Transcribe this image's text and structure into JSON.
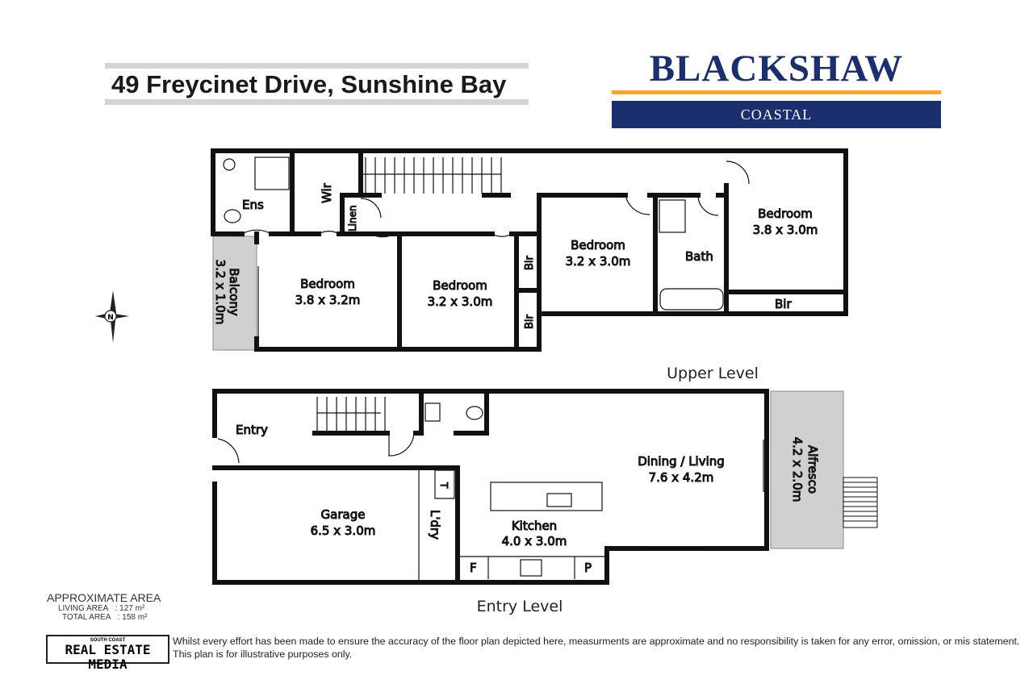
{
  "header": {
    "address": "49 Freycinet Drive, Sunshine Bay"
  },
  "logo": {
    "brand": "BLACKSHAW",
    "sub": "COASTAL",
    "navy": "#1b2e6e",
    "gold": "#f0a92c"
  },
  "upper_level": {
    "label": "Upper Level",
    "rooms": {
      "ens": "Ens",
      "wir": "Wir",
      "linen": "Linen",
      "balcony_name": "Balcony",
      "balcony_size": "3.2 x 1.0m",
      "bed1_name": "Bedroom",
      "bed1_size": "3.8 x 3.2m",
      "bed2_name": "Bedroom",
      "bed2_size": "3.2 x 3.0m",
      "bed3_name": "Bedroom",
      "bed3_size": "3.2 x 3.0m",
      "bed4_name": "Bedroom",
      "bed4_size": "3.8 x 3.0m",
      "bath": "Bath",
      "bir": "Bir"
    }
  },
  "entry_level": {
    "label": "Entry Level",
    "rooms": {
      "entry": "Entry",
      "garage_name": "Garage",
      "garage_size": "6.5 x 3.0m",
      "laundry": "L'dry",
      "tub": "T",
      "kitchen_name": "Kitchen",
      "kitchen_size": "4.0 x 3.0m",
      "living_name": "Dining / Living",
      "living_size": "7.6 x 4.2m",
      "alfresco_name": "Alfresco",
      "alfresco_size": "4.2 x 2.0m",
      "fridge": "F",
      "pantry": "P"
    }
  },
  "compass": {
    "north": "N"
  },
  "area": {
    "heading": "APPROXIMATE AREA",
    "living_label": "LIVING  AREA",
    "living_value": ": 127 m²",
    "total_label": "TOTAL AREA",
    "total_value": ": 158 m²"
  },
  "credit": {
    "small": "SOUTH COAST",
    "big": "REAL ESTATE MEDIA"
  },
  "disclaimer": {
    "line1": "Whilst every effort has been made to ensure the accuracy of the floor plan depicted here, measurments are approximate and no responsibility is taken for any error, omission, or mis statement.",
    "line2": "This plan is for illustrative purposes only."
  }
}
